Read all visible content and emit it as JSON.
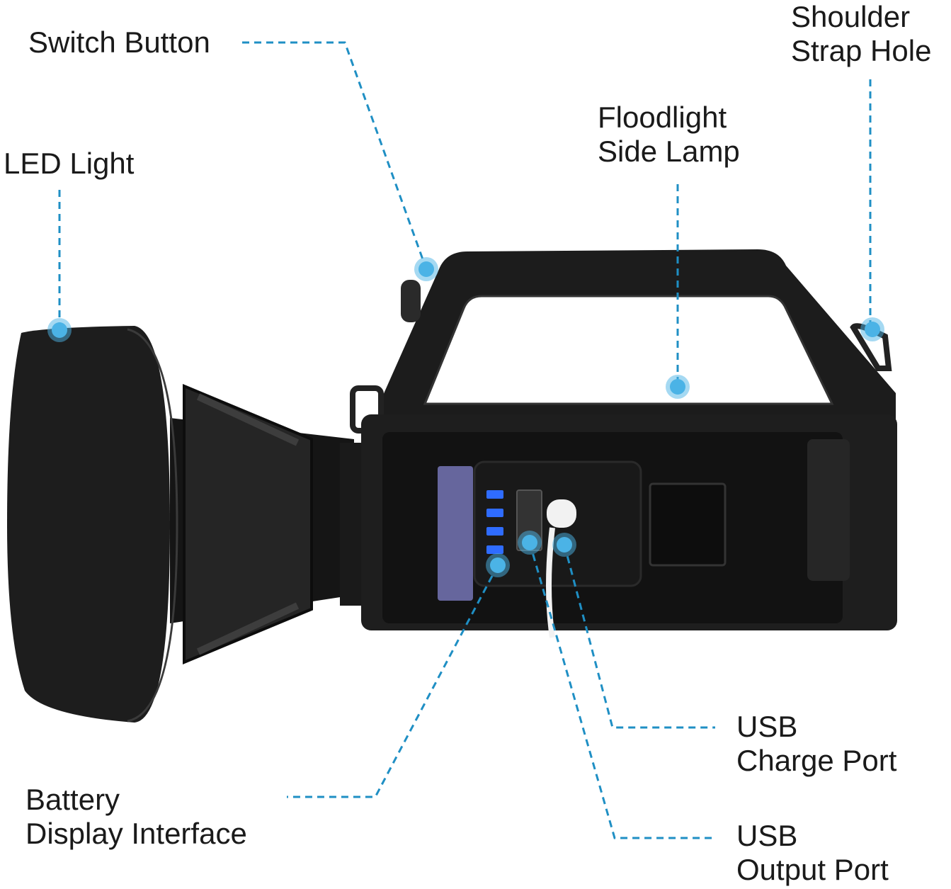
{
  "title": "Flashlight parts diagram",
  "labels": {
    "switch_button": "Switch Button",
    "shoulder_strap_hole": [
      "Shoulder",
      "Strap Hole"
    ],
    "led_light": "LED Light",
    "floodlight_side_lamp": [
      "Floodlight",
      "Side Lamp"
    ],
    "usb_charge_port": [
      "USB",
      "Charge Port"
    ],
    "battery_display_interface": [
      "Battery",
      "Display Interface"
    ],
    "usb_output_port": [
      "USB",
      "Output Port"
    ]
  },
  "colors": {
    "leader_line": "#1f8fc4",
    "marker_dot": "#4bb3e6",
    "battery_led": "#2f6cff",
    "body": "#1b1b1b",
    "text": "#1a1a1a"
  }
}
